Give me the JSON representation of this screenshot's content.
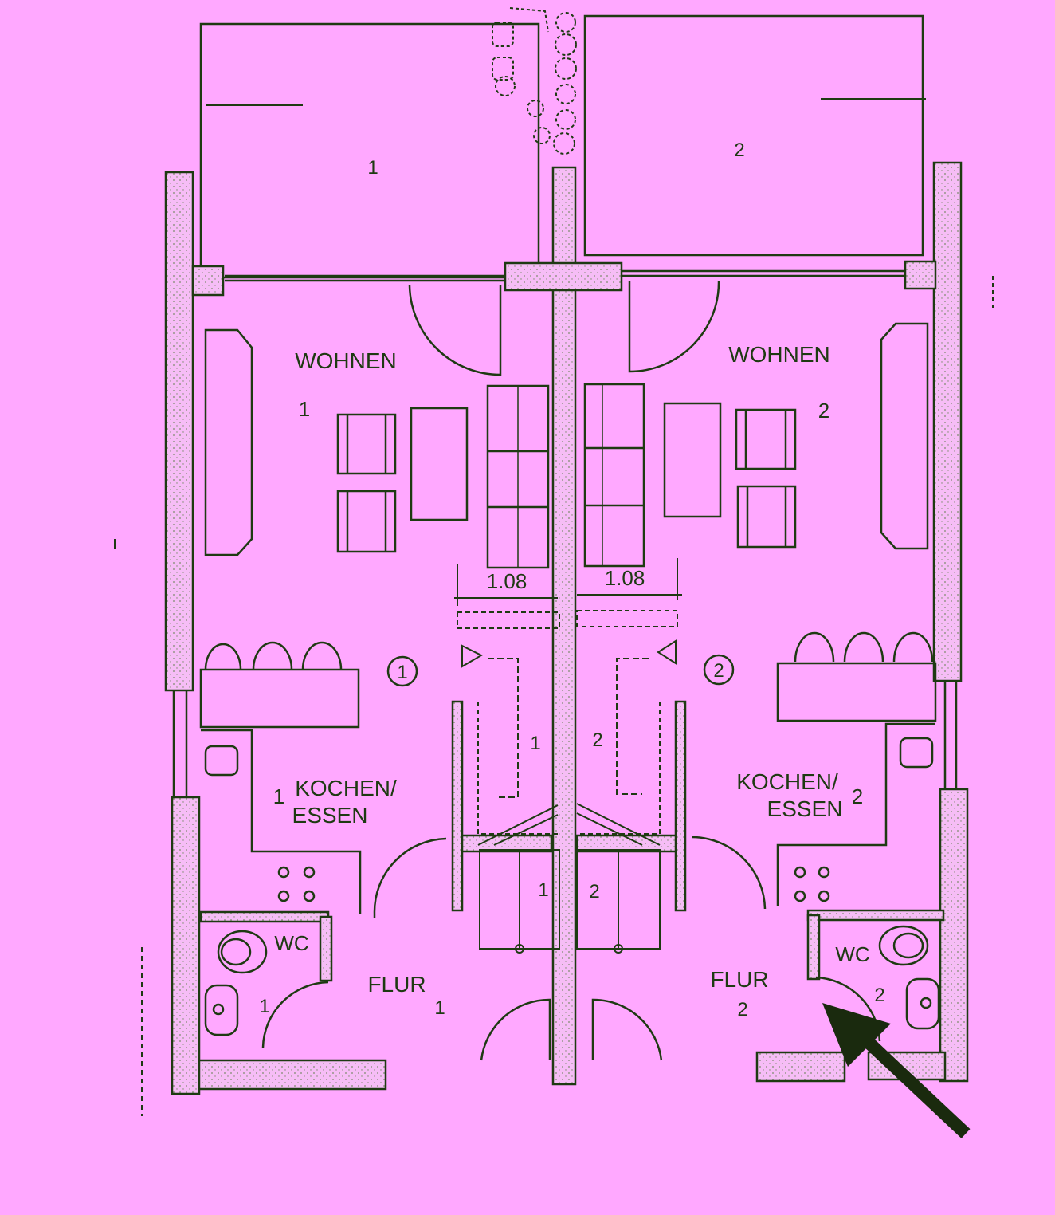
{
  "colors": {
    "background": "#ffa8ff",
    "ink": "#1e3a12",
    "wall_hatch": "#f3b8f3",
    "arrow": "#1a2a0e"
  },
  "plan": {
    "terraces": [
      "1",
      "2"
    ],
    "units": {
      "left": {
        "living": "WOHNEN",
        "living_no": "1",
        "circled": "1",
        "kitchen_no": "1",
        "kitchen_line1": "KOCHEN/",
        "kitchen_line2": "ESSEN",
        "wc": "WC",
        "wc_no": "1",
        "hall": "FLUR",
        "hall_no": "1",
        "stair_upper": "1",
        "stair_lower": "1"
      },
      "right": {
        "living": "WOHNEN",
        "living_no": "2",
        "circled": "2",
        "kitchen_no": "2",
        "kitchen_line1": "KOCHEN/",
        "kitchen_line2": "ESSEN",
        "wc": "WC",
        "wc_no": "2",
        "hall": "FLUR",
        "hall_no": "2",
        "stair_upper": "2",
        "stair_lower": "2"
      }
    },
    "dimensions": [
      "1.08",
      "1.08"
    ]
  }
}
